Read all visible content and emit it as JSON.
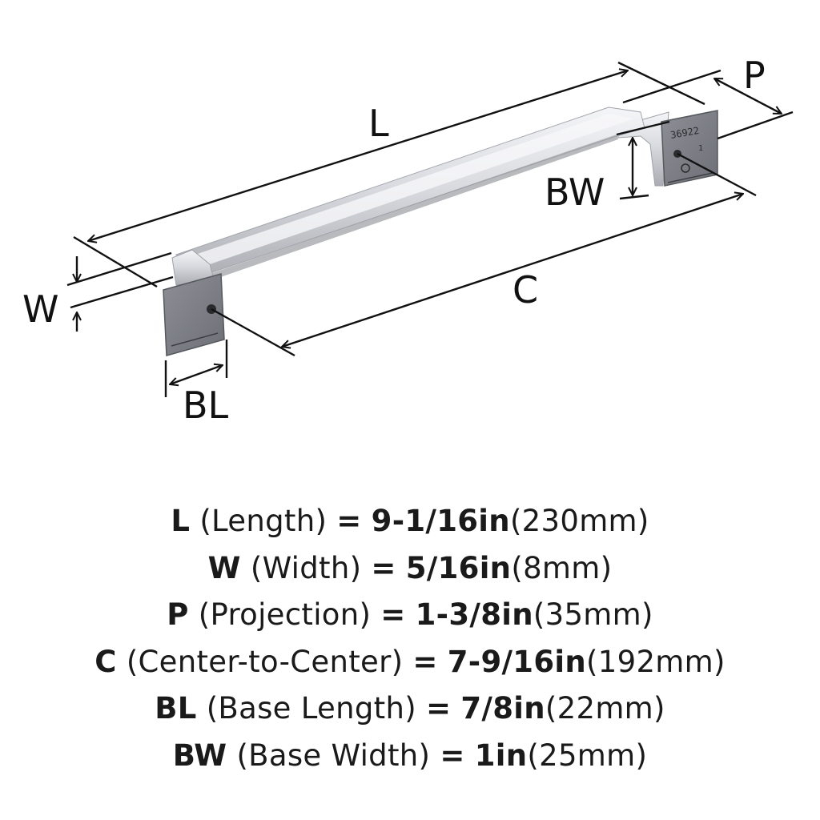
{
  "diagram": {
    "labels": {
      "L": "L",
      "W": "W",
      "P": "P",
      "BW": "BW",
      "C": "C",
      "BL": "BL"
    },
    "part_number": "36922",
    "base_mark": "1"
  },
  "specs": [
    {
      "code": "L",
      "name": "(Length)",
      "eq": "=",
      "inches": "9-1/16in",
      "mm": "(230mm)"
    },
    {
      "code": "W",
      "name": "(Width)",
      "eq": "=",
      "inches": "5/16in",
      "mm": "(8mm)"
    },
    {
      "code": "P",
      "name": "(Projection)",
      "eq": "=",
      "inches": "1-3/8in",
      "mm": "(35mm)"
    },
    {
      "code": "C",
      "name": "(Center-to-Center)",
      "eq": "=",
      "inches": "7-9/16in",
      "mm": "(192mm)"
    },
    {
      "code": "BL",
      "name": "(Base Length)",
      "eq": "=",
      "inches": "7/8in",
      "mm": "(22mm)"
    },
    {
      "code": "BW",
      "name": "(Base Width)",
      "eq": "=",
      "inches": "1in",
      "mm": "(25mm)"
    }
  ]
}
